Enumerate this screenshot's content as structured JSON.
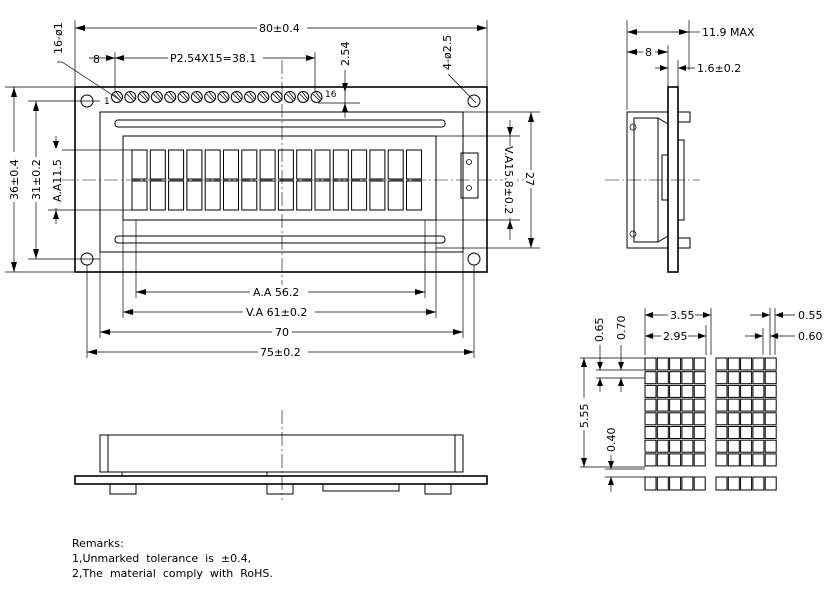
{
  "dims": {
    "width": "80±0.4",
    "height": "36±0.4",
    "pcb_inner": "31±0.2",
    "aa_height": "A.A11.5",
    "va_height": "V.A15.8±0.2",
    "total_27": "27",
    "pin_holes": "16-ø1",
    "pin_pitch": "P2.54X15=38.1",
    "pin_offset": "8",
    "pin_row": "2.54",
    "mount_holes": "4-ø2.5",
    "pin_1": "1",
    "pin_16": "16",
    "aa_width": "A.A 56.2",
    "va_width": "V.A 61±0.2",
    "frame_70": "70",
    "frame_75": "75±0.2",
    "side_max": "11.9 MAX",
    "side_8": "8",
    "side_pcb": "1.6±0.2",
    "char_w": "3.55",
    "char_w2": "2.95",
    "dot_gap": "0.55",
    "dot_size": "0.60",
    "dot_h": "0.65",
    "dot_h2": "0.70",
    "char_h": "5.55",
    "cursor_h": "0.40"
  },
  "remarks": {
    "title": "Remarks:",
    "line1": "1,Unmarked  tolerance  is  ±0.4,",
    "line2": "2,The  material  comply  with  RoHS."
  }
}
